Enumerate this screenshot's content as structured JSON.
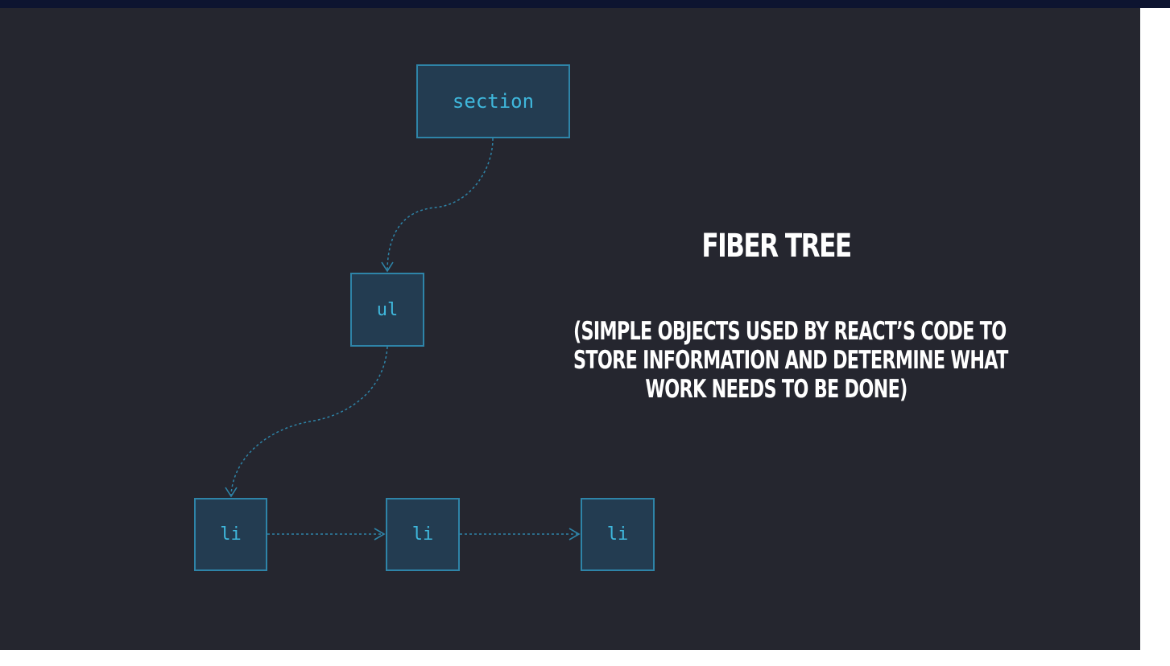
{
  "diagram": {
    "title": "FIBER TREE",
    "subtitle_lines": [
      "(SIMPLE OBJECTS USED BY REACT’S CODE TO",
      "STORE INFORMATION AND DETERMINE WHAT",
      "WORK NEEDS TO BE DONE)"
    ],
    "nodes": {
      "section": "section",
      "ul": "ul",
      "li_1": "li",
      "li_2": "li",
      "li_3": "li"
    },
    "edges": [
      {
        "from": "section",
        "to": "ul",
        "style": "dashed-curve"
      },
      {
        "from": "ul",
        "to": "li_1",
        "style": "dashed-curve"
      },
      {
        "from": "li_1",
        "to": "li_2",
        "style": "dashed-arrow"
      },
      {
        "from": "li_2",
        "to": "li_3",
        "style": "dashed-arrow"
      }
    ]
  },
  "colors": {
    "background": "#25262f",
    "top_bar": "#0d1430",
    "node_fill": "#233c51",
    "node_border": "#2e84a8",
    "node_text": "#3fb7dc",
    "connector": "#2e84a8",
    "heading_text": "#ffffff"
  }
}
